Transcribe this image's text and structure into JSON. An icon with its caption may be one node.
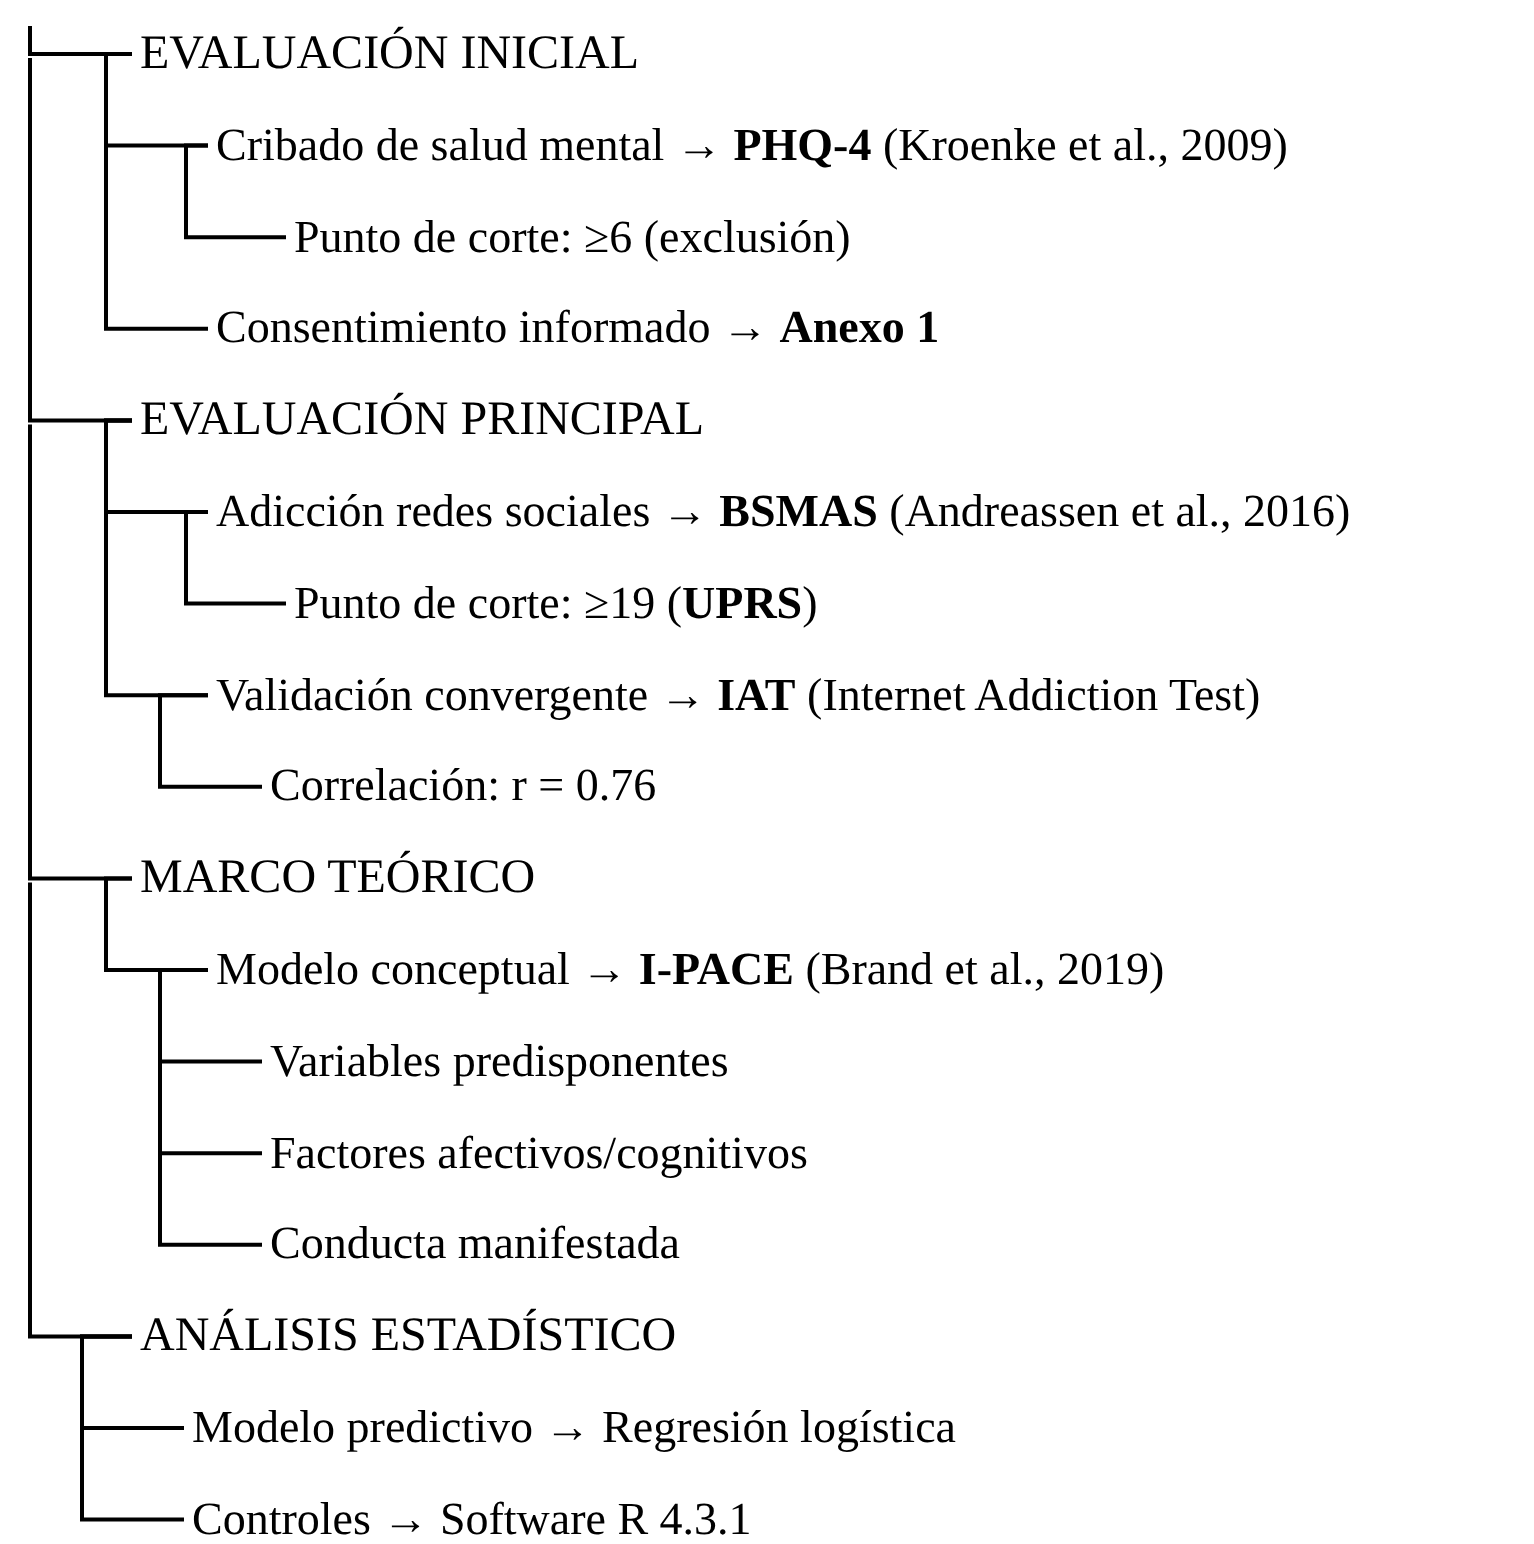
{
  "diagram": {
    "nodes": [
      {
        "text": [
          "EVALUACIÓN INICIAL"
        ]
      },
      {
        "text": [
          "Cribado de salud mental → **PHQ-4** (Kroenke et al., 2009)"
        ]
      },
      {
        "text": [
          "Punto de corte: ≥6 (exclusión)"
        ]
      },
      {
        "text": [
          "Consentimiento informado → **Anexo 1**"
        ]
      },
      {
        "text": [
          "EVALUACIÓN PRINCIPAL"
        ]
      },
      {
        "text": [
          "Adicción redes sociales → **BSMAS** (Andreassen et al., 2016)"
        ]
      },
      {
        "text": [
          "Punto de corte: ≥19 (**UPRS**)"
        ]
      },
      {
        "text": [
          "Validación convergente → **IAT** (Internet Addiction Test)"
        ]
      },
      {
        "text": [
          "Correlación: r = 0.76"
        ]
      },
      {
        "text": [
          "MARCO TEÓRICO"
        ]
      },
      {
        "text": [
          "Modelo conceptual → **I-PACE** (Brand et al., 2019)"
        ]
      },
      {
        "text": [
          "Variables predisponentes"
        ]
      },
      {
        "text": [
          "Factores afectivos/cognitivos"
        ]
      },
      {
        "text": [
          "Conducta manifestada"
        ]
      },
      {
        "text": [
          "ANÁLISIS ESTADÍSTICO"
        ]
      },
      {
        "text": [
          "Modelo predictivo → Regresión logística"
        ]
      },
      {
        "text": [
          "Controles → Software R 4.3.1"
        ]
      }
    ],
    "edges": [
      {
        "from": null,
        "to": 0,
        "arrow": "none"
      },
      {
        "from": null,
        "to": 4,
        "arrow": "none"
      },
      {
        "from": null,
        "to": 9,
        "arrow": "none"
      },
      {
        "from": null,
        "to": 14,
        "arrow": "none"
      },
      {
        "from": 0,
        "to": 1,
        "arrow": "none"
      },
      {
        "from": 1,
        "to": 2,
        "arrow": "none"
      },
      {
        "from": 0,
        "to": 3,
        "arrow": "none"
      },
      {
        "from": 4,
        "to": 5,
        "arrow": "none"
      },
      {
        "from": 5,
        "to": 6,
        "arrow": "none"
      },
      {
        "from": 4,
        "to": 7,
        "arrow": "none"
      },
      {
        "from": 7,
        "to": 8,
        "arrow": "none"
      },
      {
        "from": 9,
        "to": 10,
        "arrow": "none"
      },
      {
        "from": 10,
        "to": 11,
        "arrow": "none"
      },
      {
        "from": 10,
        "to": 12,
        "arrow": "none"
      },
      {
        "from": 10,
        "to": 13,
        "arrow": "none"
      },
      {
        "from": 14,
        "to": 15,
        "arrow": "none"
      },
      {
        "from": 14,
        "to": 16,
        "arrow": "none"
      }
    ]
  }
}
